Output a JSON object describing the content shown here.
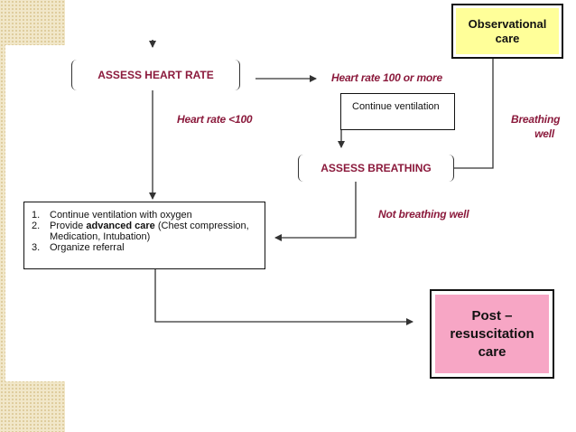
{
  "nodes": {
    "assess_heart_rate": "ASSESS HEART RATE",
    "continue_ventilation": "Continue ventilation",
    "assess_breathing": "ASSESS BREATHING",
    "observational_care": {
      "line1": "Observational",
      "line2": "care"
    },
    "post_resuscitation": {
      "line1": "Post –",
      "line2": "resuscitation",
      "line3": "care"
    }
  },
  "action_list": [
    {
      "num": "1.",
      "parts": [
        "Continue ventilation with oxygen"
      ]
    },
    {
      "num": "2.",
      "parts": [
        "Provide ",
        "advanced care",
        " (Chest compression, Medication, Intubation)"
      ]
    },
    {
      "num": "3.",
      "parts": [
        "Organize referral"
      ]
    }
  ],
  "edge_labels": {
    "hr_100_or_more": "Heart rate 100 or more",
    "hr_below_100": "Heart rate <100",
    "breathing_well_1": "Breathing",
    "breathing_well_2": "well",
    "not_breathing_well": "Not breathing well"
  },
  "colors": {
    "label_text": "#8b1a3c",
    "observational_fill": "#ffff99",
    "post_fill": "#f7a6c5",
    "lines": "#333333"
  }
}
